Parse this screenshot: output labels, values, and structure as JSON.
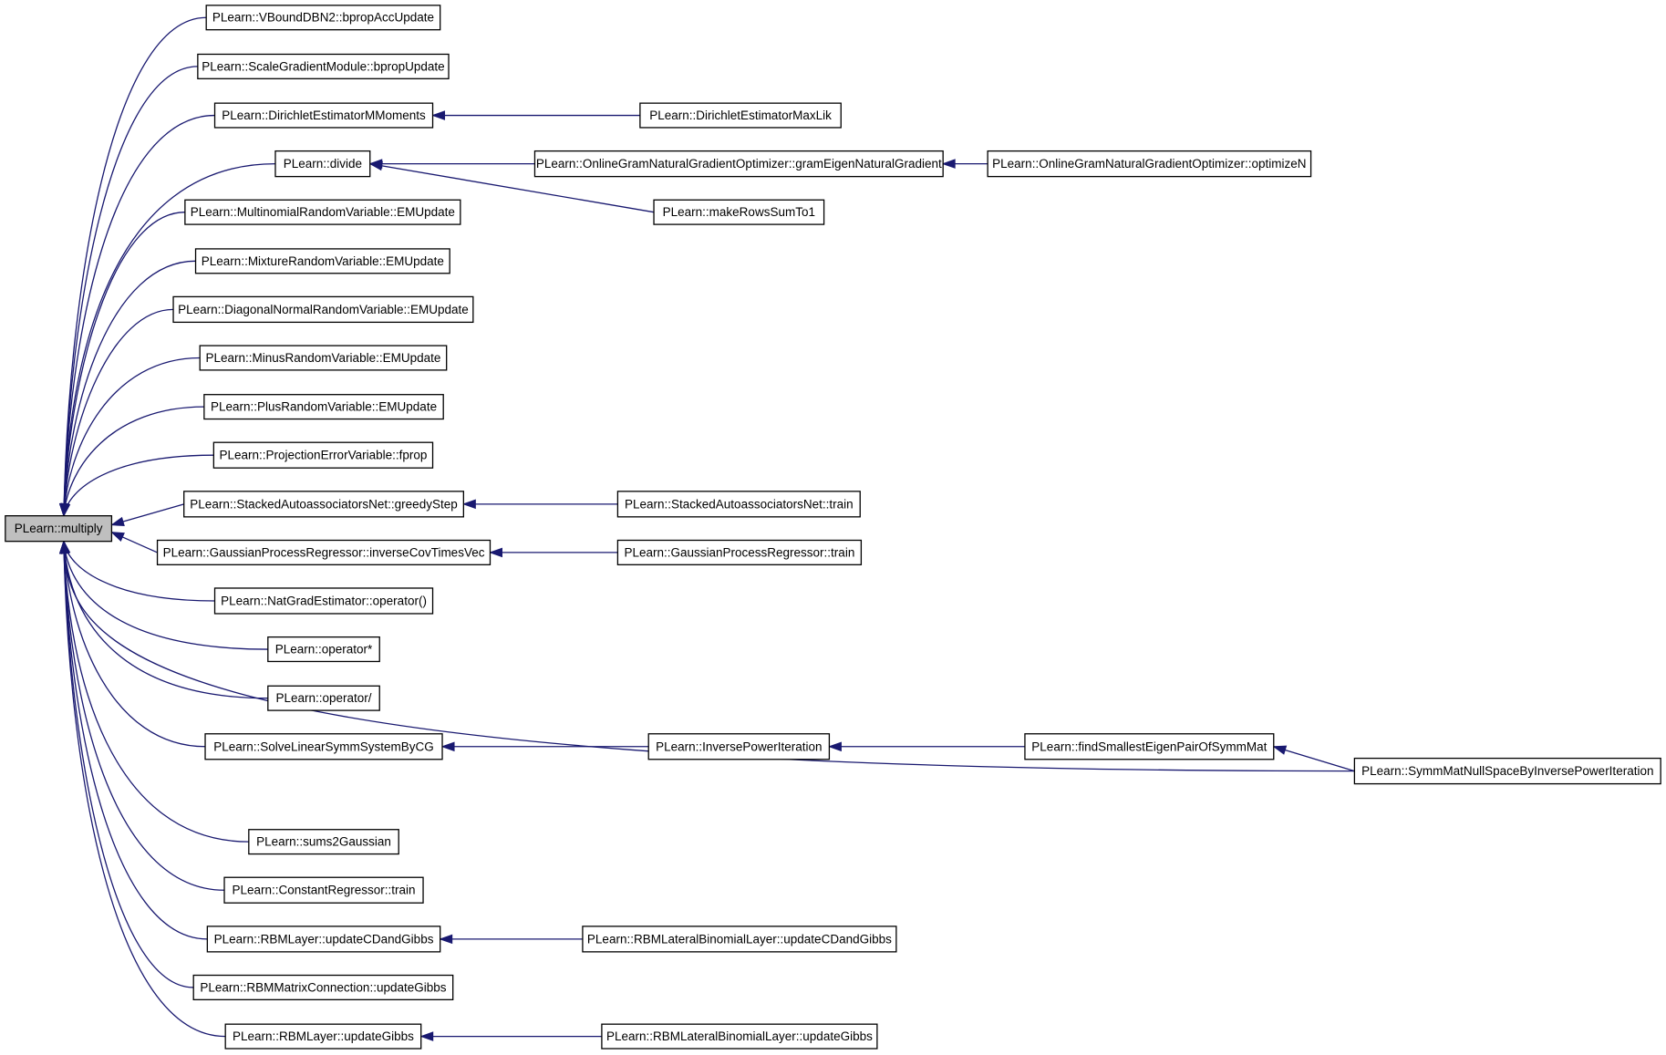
{
  "graph": {
    "nodes": {
      "multiply": "PLearn::multiply",
      "vbound": "PLearn::VBoundDBN2::bpropAccUpdate",
      "scalegrad": "PLearn::ScaleGradientModule::bpropUpdate",
      "dirmm": "PLearn::DirichletEstimatorMMoments",
      "dirml": "PLearn::DirichletEstimatorMaxLik",
      "divide": "PLearn::divide",
      "gramnat": "PLearn::OnlineGramNaturalGradientOptimizer::gramEigenNaturalGradient",
      "optn": "PLearn::OnlineGramNaturalGradientOptimizer::optimizeN",
      "rowssum": "PLearn::makeRowsSumTo1",
      "multinom": "PLearn::MultinomialRandomVariable::EMUpdate",
      "mixture": "PLearn::MixtureRandomVariable::EMUpdate",
      "diagnorm": "PLearn::DiagonalNormalRandomVariable::EMUpdate",
      "minus": "PLearn::MinusRandomVariable::EMUpdate",
      "plus": "PLearn::PlusRandomVariable::EMUpdate",
      "projerr": "PLearn::ProjectionErrorVariable::fprop",
      "sagreedy": "PLearn::StackedAutoassociatorsNet::greedyStep",
      "satrain": "PLearn::StackedAutoassociatorsNet::train",
      "gpinv": "PLearn::GaussianProcessRegressor::inverseCovTimesVec",
      "gptrain": "PLearn::GaussianProcessRegressor::train",
      "natgrad": "PLearn::NatGradEstimator::operator()",
      "opmul": "PLearn::operator*",
      "opdiv": "PLearn::operator/",
      "solvecg": "PLearn::SolveLinearSymmSystemByCG",
      "invpow": "PLearn::InversePowerIteration",
      "findsmall": "PLearn::findSmallestEigenPairOfSymmMat",
      "symnull": "PLearn::SymmMatNullSpaceByInversePowerIteration",
      "sums2g": "PLearn::sums2Gaussian",
      "constreg": "PLearn::ConstantRegressor::train",
      "rbmcd": "PLearn::RBMLayer::updateCDandGibbs",
      "rbmlatcd": "PLearn::RBMLateralBinomialLayer::updateCDandGibbs",
      "rbmmat": "PLearn::RBMMatrixConnection::updateGibbs",
      "rbmgibbs": "PLearn::RBMLayer::updateGibbs",
      "rbmlatgibbs": "PLearn::RBMLateralBinomialLayer::updateGibbs"
    },
    "edges": [
      [
        "multiply",
        "vbound"
      ],
      [
        "multiply",
        "scalegrad"
      ],
      [
        "multiply",
        "dirmm"
      ],
      [
        "dirmm",
        "dirml"
      ],
      [
        "multiply",
        "divide"
      ],
      [
        "divide",
        "gramnat"
      ],
      [
        "gramnat",
        "optn"
      ],
      [
        "divide",
        "rowssum"
      ],
      [
        "multiply",
        "multinom"
      ],
      [
        "multiply",
        "mixture"
      ],
      [
        "multiply",
        "diagnorm"
      ],
      [
        "multiply",
        "minus"
      ],
      [
        "multiply",
        "plus"
      ],
      [
        "multiply",
        "projerr"
      ],
      [
        "multiply",
        "sagreedy"
      ],
      [
        "sagreedy",
        "satrain"
      ],
      [
        "multiply",
        "gpinv"
      ],
      [
        "gpinv",
        "gptrain"
      ],
      [
        "multiply",
        "natgrad"
      ],
      [
        "multiply",
        "opmul"
      ],
      [
        "multiply",
        "opdiv"
      ],
      [
        "multiply",
        "solvecg"
      ],
      [
        "solvecg",
        "invpow"
      ],
      [
        "invpow",
        "findsmall"
      ],
      [
        "findsmall",
        "symnull"
      ],
      [
        "multiply",
        "symnull"
      ],
      [
        "multiply",
        "sums2g"
      ],
      [
        "multiply",
        "constreg"
      ],
      [
        "multiply",
        "rbmcd"
      ],
      [
        "rbmcd",
        "rbmlatcd"
      ],
      [
        "multiply",
        "rbmmat"
      ],
      [
        "multiply",
        "rbmgibbs"
      ],
      [
        "rbmgibbs",
        "rbmlatgibbs"
      ]
    ]
  }
}
